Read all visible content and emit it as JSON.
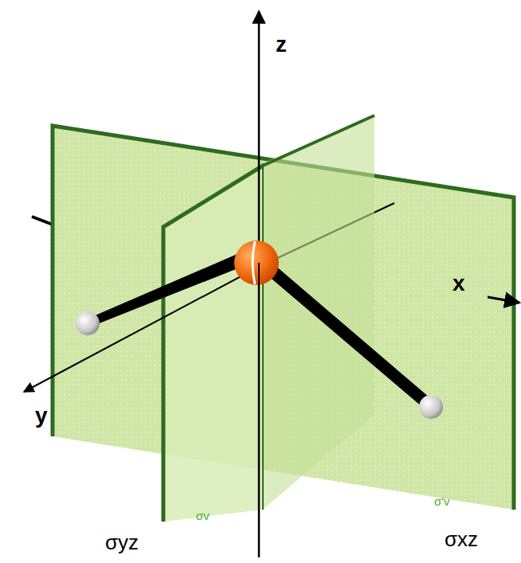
{
  "diagram": {
    "labels": [
      "z",
      "x",
      "y",
      "σv",
      "σ'v",
      "σyz",
      "σxz"
    ]
  }
}
